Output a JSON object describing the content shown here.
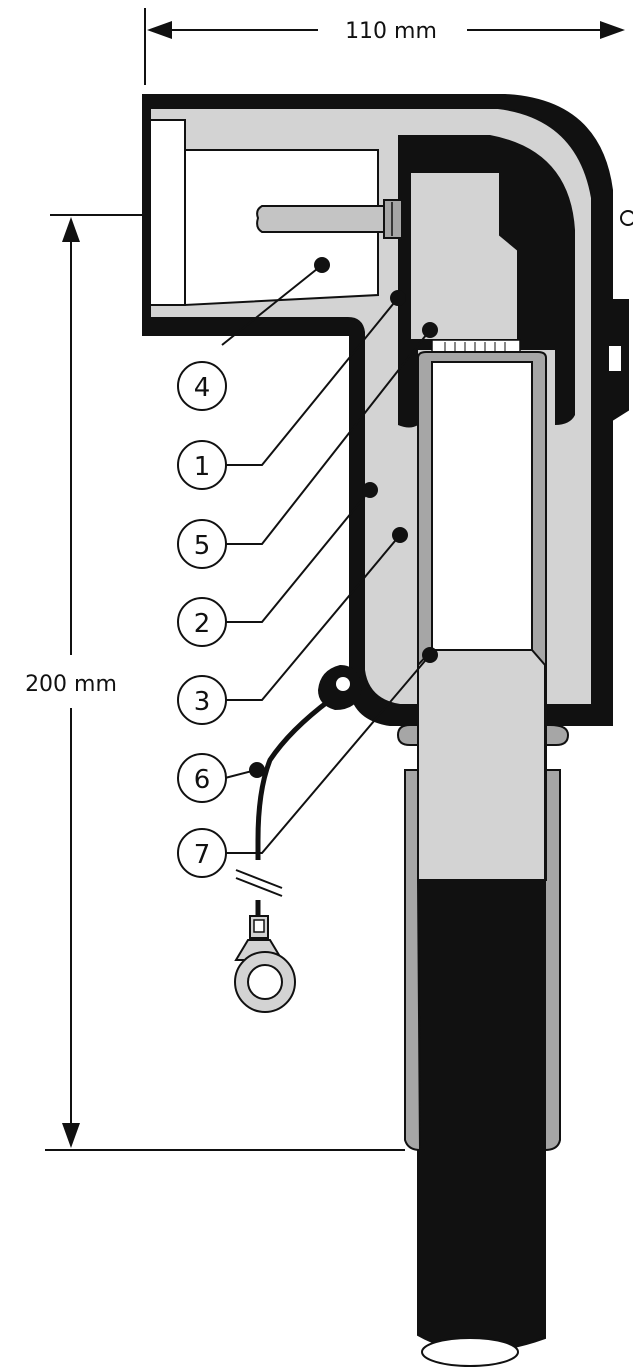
{
  "dimensions": {
    "width_label": "110 mm",
    "height_label": "200 mm"
  },
  "callouts": [
    {
      "number": "4"
    },
    {
      "number": "1"
    },
    {
      "number": "5"
    },
    {
      "number": "2"
    },
    {
      "number": "3"
    },
    {
      "number": "6"
    },
    {
      "number": "7"
    }
  ],
  "colors": {
    "black": "#111111",
    "light_gray": "#d3d3d3",
    "mid_gray": "#a6a6a6",
    "pin_gray": "#c4c4c4",
    "white": "#ffffff"
  }
}
